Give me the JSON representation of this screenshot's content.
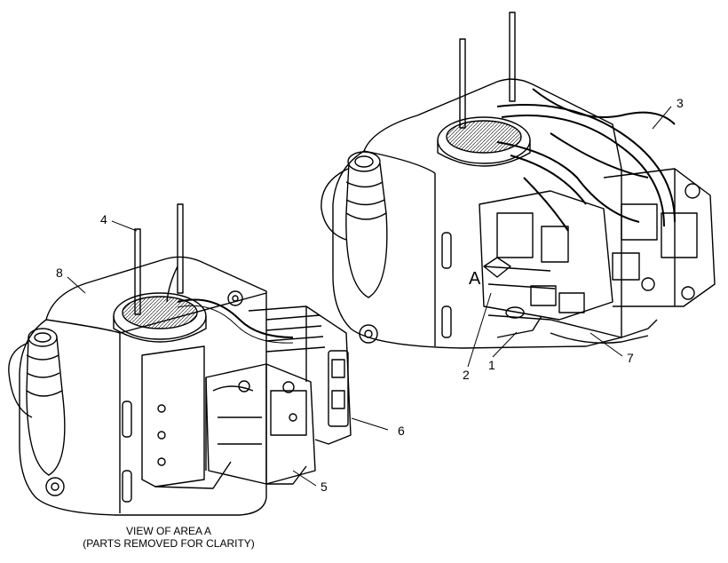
{
  "callouts": {
    "c1": "1",
    "c2": "2",
    "c3": "3",
    "c4": "4",
    "c5": "5",
    "c6": "6",
    "c7": "7",
    "c8": "8",
    "view_marker": "A"
  },
  "caption": {
    "line1": "VIEW OF AREA  A",
    "line2": "(PARTS REMOVED FOR CLARITY)"
  }
}
